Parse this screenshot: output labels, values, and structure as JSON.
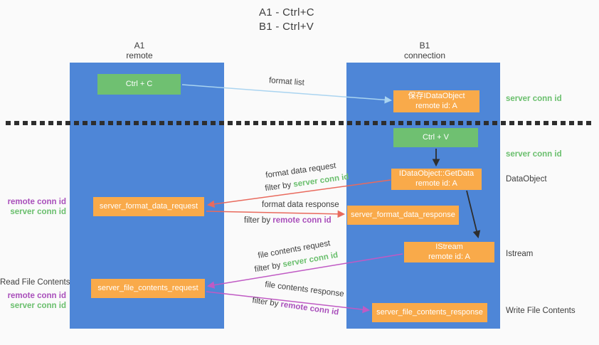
{
  "title": {
    "line1": "A1 - Ctrl+C",
    "line2": "B1 - Ctrl+V"
  },
  "lifelines": {
    "left": {
      "name": "A1",
      "subtitle": "remote"
    },
    "right": {
      "name": "B1",
      "subtitle": "connection"
    }
  },
  "nodes": {
    "ctrl_c": {
      "label": "Ctrl + C"
    },
    "ctrl_v": {
      "label": "Ctrl + V"
    },
    "save_idataobject": {
      "line1": "保存IDataObject",
      "line2": "remote id: A"
    },
    "getdata": {
      "line1": "IDataObject::GetData",
      "line2": "remote id: A"
    },
    "istream": {
      "line1": "IStream",
      "line2": "remote id: A"
    },
    "format_request": {
      "label": "server_format_data_request"
    },
    "format_response": {
      "label": "server_format_data_response"
    },
    "file_request": {
      "label": "server_file_contents_request"
    },
    "file_response": {
      "label": "server_file_contents_response"
    }
  },
  "flow_labels": {
    "format_list": "format list",
    "format_data_request": "format data request",
    "format_data_response": "format data response",
    "file_contents_request": "file contents request",
    "file_contents_response": "file contents response",
    "filter_by": "filter by",
    "server_conn_id": "server conn id",
    "remote_conn_id": "remote conn id"
  },
  "side_labels": {
    "read_file_contents": "Read File Contents",
    "write_file_contents": "Write File Contents",
    "dataobject": "DataObject",
    "istream": "Istream"
  },
  "colors": {
    "lifeline_blue": "#4e86d7",
    "node_green": "#6fc071",
    "node_orange": "#f9aa4a",
    "arrow_salmon": "#e96a5d",
    "arrow_magenta": "#c05ac4",
    "arrow_lightblue": "#aad4f0",
    "arrow_black": "#2e2e2e",
    "text_green": "#6abf6d",
    "text_purple": "#a94fbb",
    "text_dark": "#3d3d3d",
    "background": "#fafafa"
  }
}
